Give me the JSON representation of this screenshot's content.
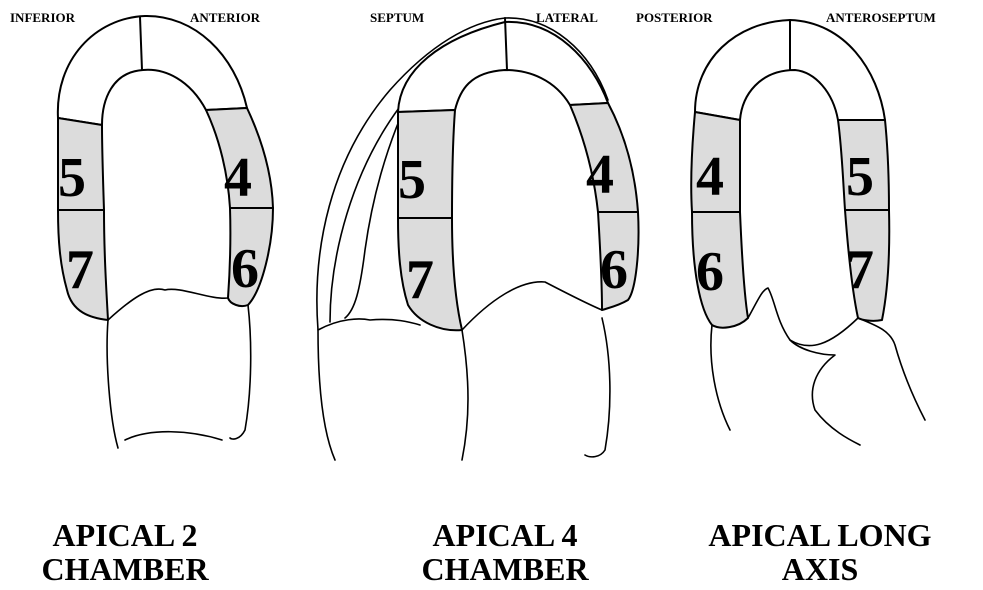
{
  "views": [
    {
      "title_line1": "APICAL 2",
      "title_line2": "CHAMBER",
      "left_wall": "INFERIOR",
      "right_wall": "ANTERIOR",
      "segments": {
        "left_upper": "5",
        "left_lower": "7",
        "right_upper": "4",
        "right_lower": "6"
      }
    },
    {
      "title_line1": "APICAL 4",
      "title_line2": "CHAMBER",
      "left_wall": "SEPTUM",
      "right_wall": "LATERAL",
      "segments": {
        "left_upper": "5",
        "left_lower": "7",
        "right_upper": "4",
        "right_lower": "6"
      }
    },
    {
      "title_line1": "APICAL LONG",
      "title_line2": "AXIS",
      "left_wall": "POSTERIOR",
      "right_wall": "ANTEROSEPTUM",
      "segments": {
        "left_upper": "4",
        "left_lower": "6",
        "right_upper": "5",
        "right_lower": "7"
      }
    }
  ],
  "colors": {
    "segment_fill": "#dcdcdc",
    "line": "#000000",
    "background": "#ffffff"
  }
}
